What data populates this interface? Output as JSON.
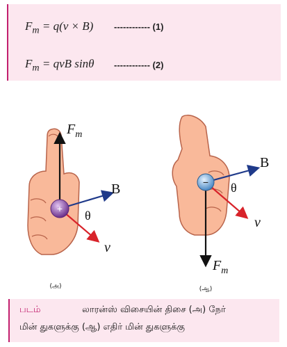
{
  "equations": {
    "eq1_lhs": "F",
    "eq1_sub": "m",
    "eq1_rhs": "= q(v × B)",
    "eq1_tag": "------------ (1)",
    "eq2_lhs": "F",
    "eq2_sub": "m",
    "eq2_rhs": "= qvB sinθ",
    "eq2_tag": "------------ (2)"
  },
  "figure": {
    "left": {
      "force_label": "F",
      "force_sub": "m",
      "field_label": "B",
      "angle_label": "θ",
      "velocity_label": "v",
      "charge_sign": "+",
      "sub_caption": "(அ)"
    },
    "right": {
      "force_label": "F",
      "force_sub": "m",
      "field_label": "B",
      "angle_label": "θ",
      "velocity_label": "v",
      "charge_sign": "−",
      "sub_caption": "(ஆ)"
    }
  },
  "caption": {
    "label": "படம்",
    "line1": "லாரன்ஸ் விசையின் திசை (அ) நேர்",
    "line2": "மின் துகளுக்கு (ஆ) எதிர் மின் துகளுக்கு"
  },
  "colors": {
    "accent": "#c21f6e",
    "panel_bg": "#fce7ef",
    "skin": "#f9b99a",
    "skin_edge": "#b8634a",
    "field_arrow": "#1f3a8a",
    "velocity_arrow": "#d8232a",
    "force_arrow": "#111111",
    "positive_charge": "#7e3fa0",
    "negative_charge": "#7fb6e6"
  }
}
